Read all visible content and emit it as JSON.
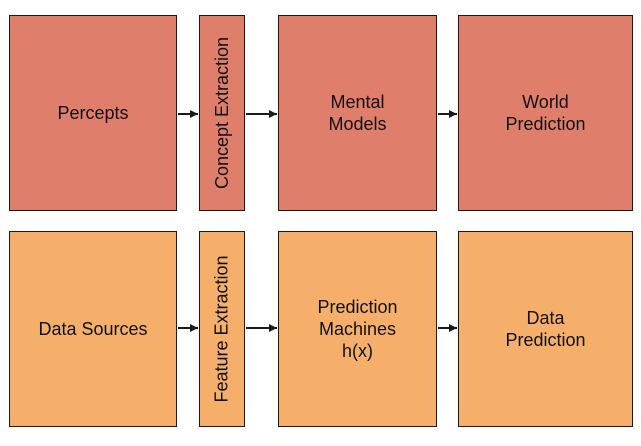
{
  "colors": {
    "top_row_fill": "#e07e6c",
    "bottom_row_fill": "#f5af6b",
    "stroke": "#1a1a1a"
  },
  "rows": [
    {
      "boxes": [
        {
          "id": "percepts",
          "lines": [
            "Percepts"
          ]
        },
        {
          "id": "concept-extraction",
          "lines": [
            "Concept Extraction"
          ]
        },
        {
          "id": "mental-models",
          "lines": [
            "Mental",
            "Models"
          ]
        },
        {
          "id": "world-prediction",
          "lines": [
            "World",
            "Prediction"
          ]
        }
      ]
    },
    {
      "boxes": [
        {
          "id": "data-sources",
          "lines": [
            "Data Sources"
          ]
        },
        {
          "id": "feature-extraction",
          "lines": [
            "Feature Extraction"
          ]
        },
        {
          "id": "prediction-machines",
          "lines": [
            "Prediction",
            "Machines",
            "h(x)"
          ]
        },
        {
          "id": "data-prediction",
          "lines": [
            "Data",
            "Prediction"
          ]
        }
      ]
    }
  ]
}
